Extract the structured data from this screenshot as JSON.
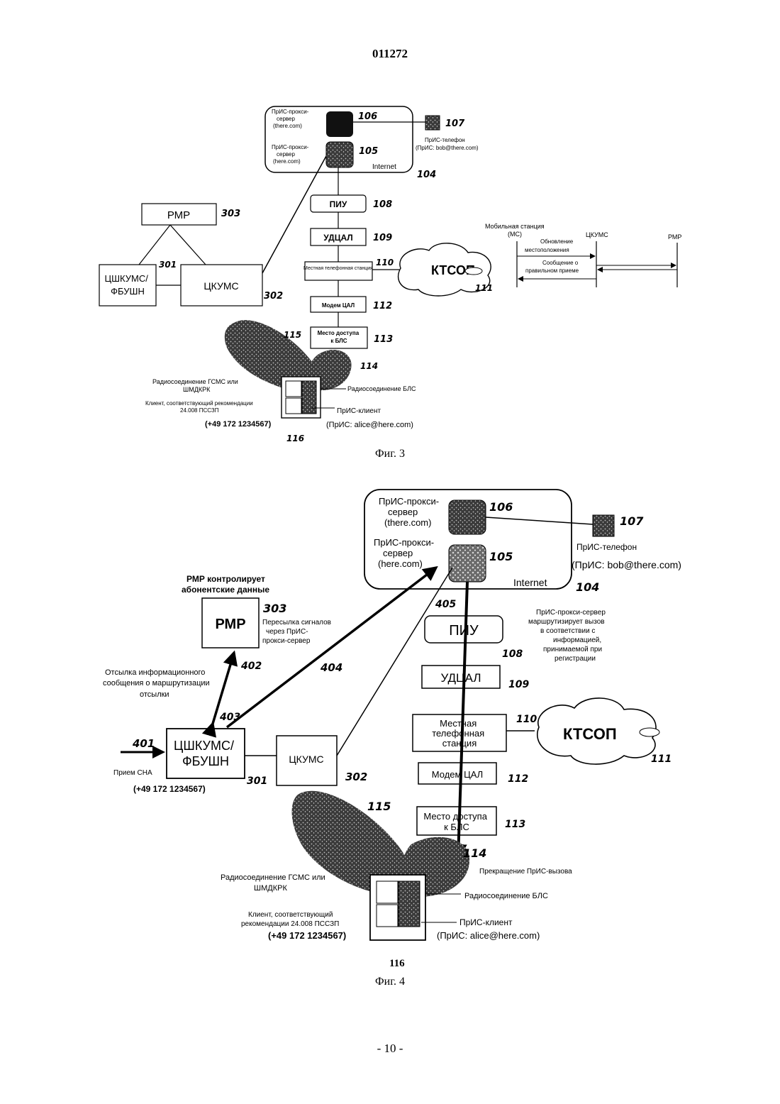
{
  "page": {
    "header_number": "011272",
    "footer_number": "- 10 -"
  },
  "fig3": {
    "caption": "Фиг. 3",
    "proxy_there": [
      "ПрИС-прокси-",
      "сервер",
      "(there.com)"
    ],
    "proxy_here": [
      "ПрИС-прокси-",
      "сервер",
      "(here.com)"
    ],
    "internet": "Internet",
    "ref_106": "106",
    "ref_105": "105",
    "ref_104": "104",
    "ref_107": "107",
    "phone_label": "ПрИС-телефон",
    "phone_address": "(ПрИС: bob@there.com)",
    "piu": "ПИУ",
    "ref_108": "108",
    "udcal": "УДЦАЛ",
    "ref_109": "109",
    "local_exchange": "Местная телефонная станция",
    "ref_110": "110",
    "ktsop": "КТСОП",
    "ref_111": "111",
    "modem": "Модем ЦАЛ",
    "ref_112": "112",
    "access_point": [
      "Место доступа",
      "к БЛС"
    ],
    "ref_113": "113",
    "rmr": "РМР",
    "ref_303": "303",
    "cshkums": [
      "ЦШКУМС/",
      "ФБУШН"
    ],
    "ref_301": "301",
    "ckums": "ЦКУМС",
    "ref_302": "302",
    "ref_115": "115",
    "ref_114": "114",
    "ref_116": "116",
    "radio_gsm": [
      "Радиосоединение ГСМС или",
      "ШМДКРК"
    ],
    "client_rec": [
      "Клиент, соответствующий рекомендации",
      "24.008 ПССЗП"
    ],
    "msisdn": "(+49 172 1234567)",
    "radio_bls": "Радиосоединение БЛС",
    "pris_client": "ПрИС-клиент",
    "client_address": "(ПрИС: alice@here.com)",
    "seq_ms": [
      "Мобильная станция",
      "(МС)"
    ],
    "seq_ckums": "ЦКУМС",
    "seq_rmr": "РМР",
    "seq_update": [
      "Обновление",
      "местоположения"
    ],
    "seq_ack": [
      "Сообщение о",
      "правильном приеме"
    ]
  },
  "fig4": {
    "caption": "Фиг. 4",
    "proxy_there": [
      "ПрИС-прокси-",
      "сервер",
      "(there.com)"
    ],
    "proxy_here": [
      "ПрИС-прокси-",
      "сервер",
      "(here.com)"
    ],
    "internet": "Internet",
    "ref_106": "106",
    "ref_105": "105",
    "ref_104": "104",
    "ref_107": "107",
    "phone_label": "ПрИС-телефон",
    "phone_address": "(ПрИС: bob@there.com)",
    "rmr_controls": [
      "РМР контролирует",
      "абонентские данные"
    ],
    "rmr": "РМР",
    "ref_303": "303",
    "forward_note": [
      "Пересылка сигналов",
      "через ПрИС-",
      "прокси-сервер"
    ],
    "proxy_routes_note": [
      "ПрИС-прокси-сервер",
      "маршрутизирует вызов",
      "в соответствии с",
      "информацией,",
      "принимаемой при",
      "регистрации"
    ],
    "ref_405": "405",
    "ref_404": "404",
    "ref_402": "402",
    "ref_403": "403",
    "ref_401": "401",
    "piu": "ПИУ",
    "ref_108": "108",
    "udcal": "УДЦАЛ",
    "ref_109": "109",
    "local_exchange": [
      "Местная",
      "телефонная",
      "станция"
    ],
    "ref_110": "110",
    "ktsop": "КТСОП",
    "ref_111": "111",
    "modem": "Модем ЦАЛ",
    "ref_112": "112",
    "access_point": [
      "Место доступа",
      "к БЛС"
    ],
    "ref_113": "113",
    "send_info": [
      "Отсылка информационного",
      "сообщения о маршрутизации",
      "отсылки"
    ],
    "cshkums": [
      "ЦШКУМС/",
      "ФБУШН"
    ],
    "ref_301": "301",
    "ckums": "ЦКУМС",
    "ref_302": "302",
    "incoming": "Прием СНА",
    "incoming_number": "(+49 172 1234567)",
    "ref_115": "115",
    "ref_114": "114",
    "ref_116": "116",
    "termination": "Прекращение ПрИС-вызова",
    "radio_gsm": [
      "Радиосоединение ГСМС или",
      "ШМДКРК"
    ],
    "radio_bls": "Радиосоединение БЛС",
    "client_rec": [
      "Клиент, соответствующий",
      "рекомендации 24.008 ПССЗП"
    ],
    "msisdn": "(+49 172 1234567)",
    "pris_client": "ПрИС-клиент",
    "client_address": "(ПрИС: alice@here.com)"
  }
}
